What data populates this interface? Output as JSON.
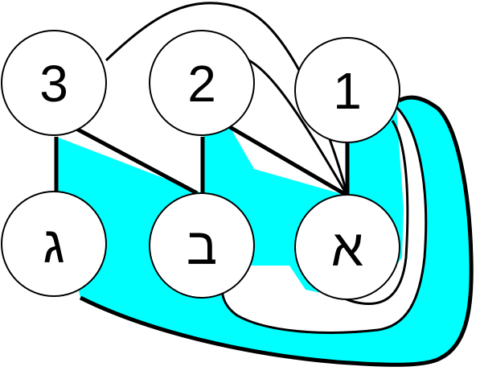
{
  "colors": {
    "region_fill": "#00ffff",
    "stroke": "#000000",
    "node_fill": "#ffffff"
  },
  "nodes": {
    "top": [
      {
        "id": "n3",
        "label": "3"
      },
      {
        "id": "n2",
        "label": "2"
      },
      {
        "id": "n1",
        "label": "1"
      }
    ],
    "bottom": [
      {
        "id": "gimel",
        "label": "ג"
      },
      {
        "id": "bet",
        "label": "ב"
      },
      {
        "id": "alef",
        "label": "א"
      }
    ]
  }
}
